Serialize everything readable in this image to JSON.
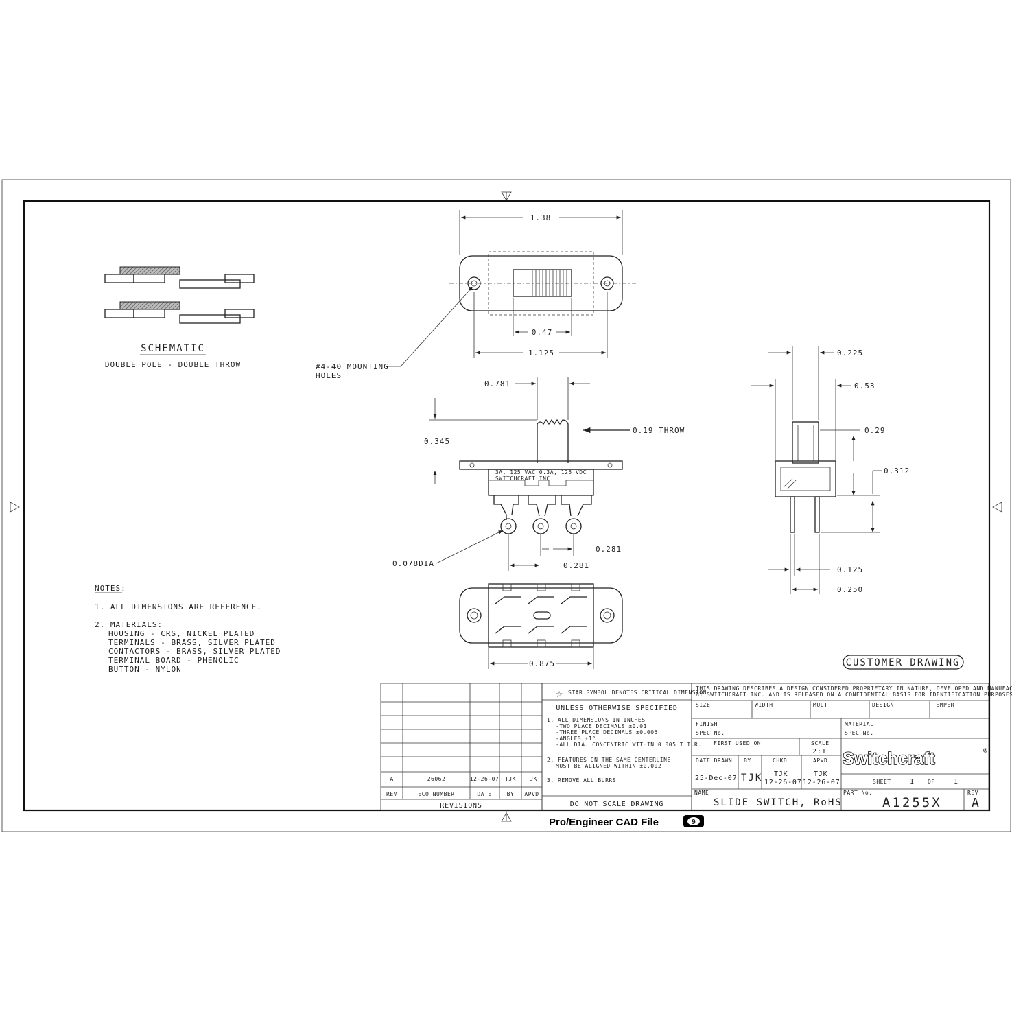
{
  "schematic": {
    "title": "SCHEMATIC",
    "subtitle": "DOUBLE POLE - DOUBLE THROW"
  },
  "dimensions": {
    "d138": "1.38",
    "d047": "0.47",
    "d1125": "1.125",
    "d0781": "0.781",
    "d0345": "0.345",
    "d019": "0.19 THROW",
    "d0281a": "0.281",
    "d0281b": "0.281",
    "d0078": "0.078DIA",
    "d0875": "0.875",
    "d0225": "0.225",
    "d053": "0.53",
    "d029": "0.29",
    "d0312": "0.312",
    "d0125": "0.125",
    "d0250": "0.250"
  },
  "mounting": {
    "line1": "#4-40 MOUNTING",
    "line2": "HOLES"
  },
  "switch_markings": {
    "rating": "3A, 125 VAC 0.3A, 125 VDC",
    "maker": "SWITCHCRAFT INC."
  },
  "notes": {
    "heading": "NOTES:",
    "n1": "1. ALL DIMENSIONS ARE REFERENCE.",
    "n2": "2. MATERIALS:",
    "m1": "HOUSING - CRS, NICKEL PLATED",
    "m2": "TERMINALS - BRASS, SILVER PLATED",
    "m3": "CONTACTORS - BRASS, SILVER PLATED",
    "m4": "TERMINAL BOARD - PHENOLIC",
    "m5": "BUTTON - NYLON"
  },
  "customer_drawing": "CUSTOMER DRAWING",
  "revisions": {
    "rev": "A",
    "eco": "26062",
    "date": "12-26-07",
    "by": "TJK",
    "apvd": "TJK",
    "h_rev": "REV",
    "h_eco": "ECO NUMBER",
    "h_date": "DATE",
    "h_by": "BY",
    "h_apvd": "APVD",
    "title": "REVISIONS"
  },
  "spec": {
    "star_note": "STAR SYMBOL DENOTES CRITICAL DIMENSION",
    "unless": "UNLESS OTHERWISE SPECIFIED",
    "s1": "1. ALL DIMENSIONS IN INCHES",
    "s1a": "-TWO PLACE DECIMALS     ±0.01",
    "s1b": "-THREE PLACE DECIMALS   ±0.005",
    "s1c": "-ANGLES                 ±1°",
    "s1d": "-ALL DIA. CONCENTRIC WITHIN 0.005 T.I.R.",
    "s2a": "2. FEATURES ON THE SAME CENTERLINE",
    "s2b": "MUST BE ALIGNED WITHIN ±0.002",
    "s3": "3. REMOVE ALL BURRS",
    "dnsd": "DO NOT SCALE DRAWING"
  },
  "title_block": {
    "proprietary1": "THIS DRAWING DESCRIBES A DESIGN CONSIDERED PROPRIETARY IN NATURE, DEVELOPED AND MANUFACTURED",
    "proprietary2": "BY SWITCHCRAFT INC. AND IS RELEASED ON A CONFIDENTIAL BASIS FOR IDENTIFICATION PURPOSES ONLY.",
    "size": "SIZE",
    "width": "WIDTH",
    "mult": "MULT",
    "design": "DESIGN",
    "temper": "TEMPER",
    "finish": "FINISH",
    "spec_no": "SPEC No.",
    "material": "MATERIAL",
    "spec_no2": "SPEC No.",
    "first_used": "FIRST USED ON",
    "scale_lbl": "SCALE",
    "scale": "2:1",
    "date_drawn_lbl": "DATE DRAWN",
    "by_lbl": "BY",
    "chkd_lbl": "CHKD",
    "apvd_lbl": "APVD",
    "date_drawn": "25-Dec-07",
    "by": "TJK",
    "chkd": "TJK",
    "chkd_date": "12-26-07",
    "apvd": "TJK",
    "apvd_date": "12-26-07",
    "brand": "Switchcraft",
    "sheet": "SHEET",
    "sheet_no": "1",
    "of": "OF",
    "of_no": "1",
    "name_lbl": "NAME",
    "name": "SLIDE SWITCH, RoHS",
    "part_lbl": "PART No.",
    "part": "A1255X",
    "rev_lbl": "REV",
    "rev": "A"
  },
  "footer": {
    "cad": "Pro/Engineer CAD File",
    "badge": "9"
  }
}
